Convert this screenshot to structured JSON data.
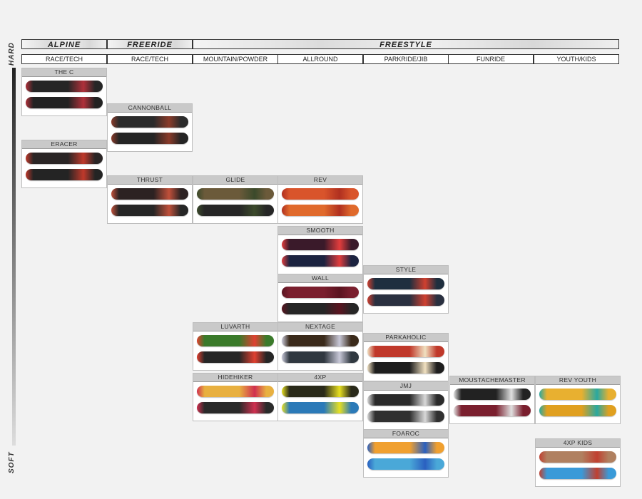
{
  "axis": {
    "hard": "HARD",
    "soft": "SOFT"
  },
  "categories": [
    "ALPINE",
    "FREERIDE",
    "FREESTYLE"
  ],
  "subcategories": [
    "RACE/TECH",
    "RACE/TECH",
    "MOUNTAIN/POWDER",
    "ALLROUND",
    "PARKRIDE/JIB",
    "FUNRIDE",
    "YOUTH/KIDS"
  ],
  "boards": [
    {
      "name": "THE C",
      "c1": "#262626",
      "c2": "#222222",
      "accent": "#b0303a"
    },
    {
      "name": "CANNONBALL",
      "c1": "#2b2b2b",
      "c2": "#252525",
      "accent": "#8a3b2a"
    },
    {
      "name": "ERACER",
      "c1": "#2a2525",
      "c2": "#242424",
      "accent": "#c0392b"
    },
    {
      "name": "THRUST",
      "c1": "#2c2222",
      "c2": "#262626",
      "accent": "#c0503a"
    },
    {
      "name": "GLIDE",
      "c1": "#6b5a3a",
      "c2": "#262626",
      "accent": "#3b4a2b"
    },
    {
      "name": "REV",
      "c1": "#d9542b",
      "c2": "#e06a2c",
      "accent": "#b03020"
    },
    {
      "name": "SMOOTH",
      "c1": "#3a1a2a",
      "c2": "#1c2340",
      "accent": "#e23d3d"
    },
    {
      "name": "WALL",
      "c1": "#7a1f2e",
      "c2": "#262626",
      "accent": "#5a1420"
    },
    {
      "name": "STYLE",
      "c1": "#1f2f3f",
      "c2": "#2a3040",
      "accent": "#d04030"
    },
    {
      "name": "LUVARTH",
      "c1": "#3a7a2a",
      "c2": "#262626",
      "accent": "#e04030"
    },
    {
      "name": "NEXTAGE",
      "c1": "#3a2a1a",
      "c2": "#303840",
      "accent": "#c8c8d8"
    },
    {
      "name": "PARKAHOLIC",
      "c1": "#c0392b",
      "c2": "#1e1e1e",
      "accent": "#f0e0c0"
    },
    {
      "name": "HIDEHIKER",
      "c1": "#e8b040",
      "c2": "#2a2a2a",
      "accent": "#d03050"
    },
    {
      "name": "4XP",
      "c1": "#2a2a1a",
      "c2": "#2b7ab8",
      "accent": "#e8e020"
    },
    {
      "name": "JMJ",
      "c1": "#2a2a2a",
      "c2": "#303030",
      "accent": "#d8d8d8"
    },
    {
      "name": "MOUSTACHEMASTER",
      "c1": "#222222",
      "c2": "#7a1f2e",
      "accent": "#e0e0e0"
    },
    {
      "name": "REV YOUTH",
      "c1": "#e8b030",
      "c2": "#e0a020",
      "accent": "#2aa8a0"
    },
    {
      "name": "FOAROC",
      "c1": "#f0a030",
      "c2": "#4aa8d8",
      "accent": "#2a60c0"
    },
    {
      "name": "4XP KIDS",
      "c1": "#b08060",
      "c2": "#3a9ad8",
      "accent": "#c04030"
    }
  ]
}
